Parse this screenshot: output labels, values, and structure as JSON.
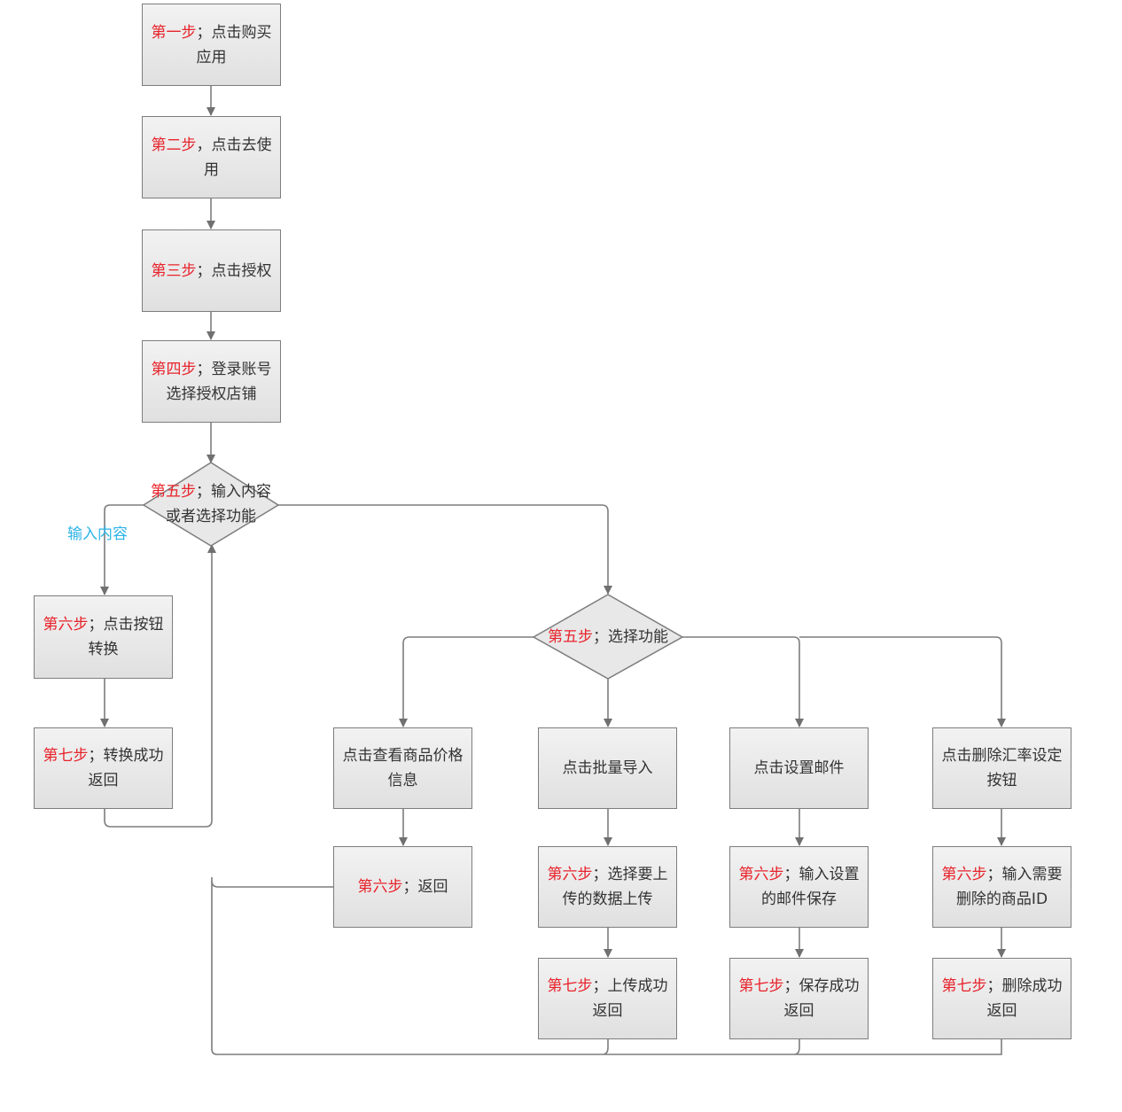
{
  "colors": {
    "step": "#e8232b",
    "text": "#333333",
    "line": "#7d7d7d",
    "branch_label": "#2fb3e8"
  },
  "nodes": {
    "s1": {
      "step": "第一步",
      "text": "；点击购买应用"
    },
    "s2": {
      "step": "第二步",
      "text": "，点击去使用"
    },
    "s3": {
      "step": "第三步",
      "text": "；点击授权"
    },
    "s4": {
      "step": "第四步",
      "text": "；登录账号选择授权店铺"
    },
    "d1": {
      "step": "第五步",
      "text": "；输入内容或者选择功能"
    },
    "a6": {
      "step": "第六步",
      "text": "；点击按钮转换"
    },
    "a7": {
      "step": "第七步",
      "text": "；转换成功返回"
    },
    "d2": {
      "step": "第五步",
      "text": "；选择功能"
    },
    "b1": {
      "text": "点击查看商品价格信息"
    },
    "b6": {
      "step": "第六步",
      "text": "；返回"
    },
    "c1": {
      "text": "点击批量导入"
    },
    "c6": {
      "step": "第六步",
      "text": "；选择要上传的数据上传"
    },
    "c7": {
      "step": "第七步",
      "text": "；上传成功返回"
    },
    "e1": {
      "text": "点击设置邮件"
    },
    "e6": {
      "step": "第六步",
      "text": "；输入设置的邮件保存"
    },
    "e7": {
      "step": "第七步",
      "text": "；保存成功返回"
    },
    "f1": {
      "text": "点击删除汇率设定按钮"
    },
    "f6": {
      "step": "第六步",
      "text": "；输入需要删除的商品ID"
    },
    "f7": {
      "step": "第七步",
      "text": "；删除成功返回"
    }
  },
  "branch_label": "输入内容"
}
